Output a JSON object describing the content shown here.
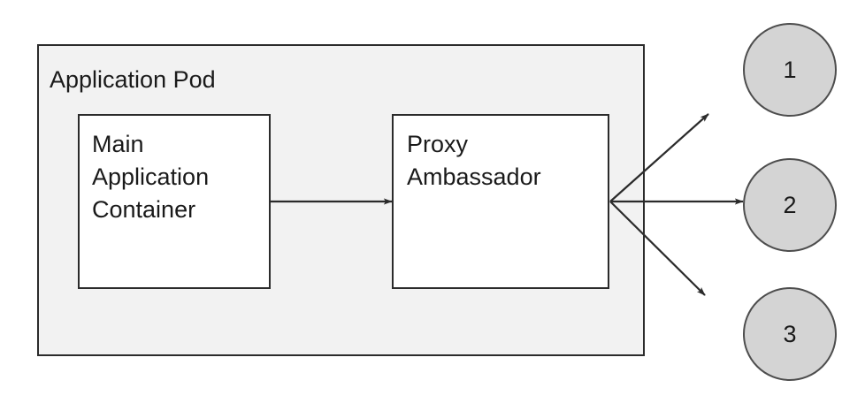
{
  "diagram": {
    "title": "Application Pod",
    "pod": {
      "label": "Application Pod",
      "fill": "#f2f2f2",
      "stroke": "#2b2b2b"
    },
    "containers": [
      {
        "id": "main-application-container",
        "lines": [
          "Main",
          "Application",
          "Container"
        ],
        "text": "Main\nApplication\nContainer",
        "fill": "#ffffff",
        "stroke": "#2b2b2b"
      },
      {
        "id": "proxy-ambassador",
        "lines": [
          "Proxy",
          "Ambassador"
        ],
        "text": "Proxy\nAmbassador",
        "fill": "#ffffff",
        "stroke": "#2b2b2b"
      }
    ],
    "external_services": [
      {
        "id": "service-1",
        "label": "1",
        "fill": "#d4d4d4",
        "stroke": "#4d4d4d"
      },
      {
        "id": "service-2",
        "label": "2",
        "fill": "#d4d4d4",
        "stroke": "#4d4d4d"
      },
      {
        "id": "service-3",
        "label": "3",
        "fill": "#d4d4d4",
        "stroke": "#4d4d4d"
      }
    ],
    "connectors": [
      {
        "id": "main-to-proxy",
        "from": "main-application-container",
        "to": "proxy-ambassador",
        "stroke": "#2b2b2b"
      },
      {
        "id": "proxy-to-service-1",
        "from": "proxy-ambassador",
        "to": "service-1",
        "stroke": "#2b2b2b"
      },
      {
        "id": "proxy-to-service-2",
        "from": "proxy-ambassador",
        "to": "service-2",
        "stroke": "#2b2b2b"
      },
      {
        "id": "proxy-to-service-3",
        "from": "proxy-ambassador",
        "to": "service-3",
        "stroke": "#2b2b2b"
      }
    ]
  }
}
